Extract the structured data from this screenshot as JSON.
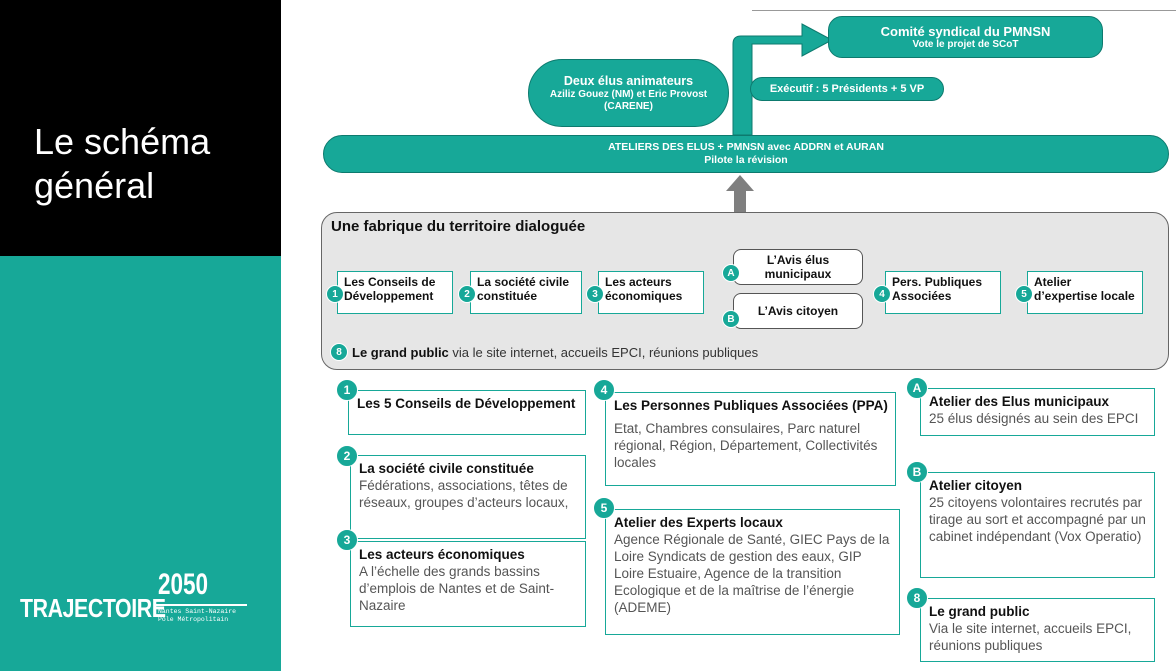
{
  "slide": {
    "title_line1": "Le schéma",
    "title_line2": "général"
  },
  "logo": {
    "main": "TRAJECTOIRE",
    "year": "2050",
    "sub_line1": "Nantes Saint-Nazaire",
    "sub_line2": "Pôle Métropolitain"
  },
  "comite": {
    "title": "Comité syndical du PMNSN",
    "subtitle": "Vote le projet de SCoT"
  },
  "animateurs": {
    "title": "Deux élus animateurs",
    "line1": "Aziliz Gouez (NM) et Eric Provost",
    "line2": "(CARENE)"
  },
  "executif": "Exécutif : 5 Présidents + 5 VP",
  "ateliers": {
    "title": "ATELIERS DES ELUS + PMNSN avec ADDRN et AURAN",
    "subtitle": "Pilote la révision"
  },
  "fabrique": {
    "title": "Une fabrique du territoire dialoguée",
    "items": [
      {
        "num": "1",
        "label": "Les Conseils de Développement"
      },
      {
        "num": "2",
        "label": "La société civile constituée"
      },
      {
        "num": "3",
        "label": "Les acteurs économiques"
      },
      {
        "num": "4",
        "label": "Pers. Publiques Associées"
      },
      {
        "num": "5",
        "label": "Atelier d’expertise locale"
      }
    ],
    "avis": [
      {
        "num": "A",
        "label": "L’Avis élus municipaux"
      },
      {
        "num": "B",
        "label": "L’Avis citoyen"
      }
    ],
    "public_num": "8",
    "public_bold": "Le grand public",
    "public_rest": " via le site internet, accueils EPCI, réunions publiques"
  },
  "details": [
    {
      "num": "1",
      "title": "Les 5 Conseils de Développement",
      "text": ""
    },
    {
      "num": "2",
      "title": "La société civile constituée",
      "text": "Fédérations, associations, têtes de réseaux, groupes d’acteurs locaux,"
    },
    {
      "num": "3",
      "title": "Les acteurs économiques",
      "text": "A l’échelle des grands bassins d’emplois de Nantes et de Saint-Nazaire"
    },
    {
      "num": "4",
      "title": "Les Personnes Publiques Associées (PPA)",
      "text": "Etat, Chambres consulaires, Parc naturel régional, Région, Département, Collectivités locales"
    },
    {
      "num": "5",
      "title": "Atelier des Experts locaux",
      "text": "Agence Régionale de Santé, GIEC Pays de la Loire Syndicats de gestion des eaux, GIP Loire Estuaire, Agence de la transition Ecologique et de la maîtrise de l’énergie (ADEME)"
    },
    {
      "num": "A",
      "title": "Atelier des Elus municipaux",
      "text": "25 élus désignés au sein des EPCI"
    },
    {
      "num": "B",
      "title": "Atelier citoyen",
      "text": "25 citoyens volontaires recrutés par tirage au sort et accompagné par un cabinet indépendant (Vox Operatio)"
    },
    {
      "num": "8",
      "title": "Le grand public",
      "text": "Via le site internet, accueils EPCI, réunions publiques"
    }
  ],
  "colors": {
    "teal": "#17a898",
    "black": "#000000",
    "panel_gray": "#e6e6e6"
  }
}
